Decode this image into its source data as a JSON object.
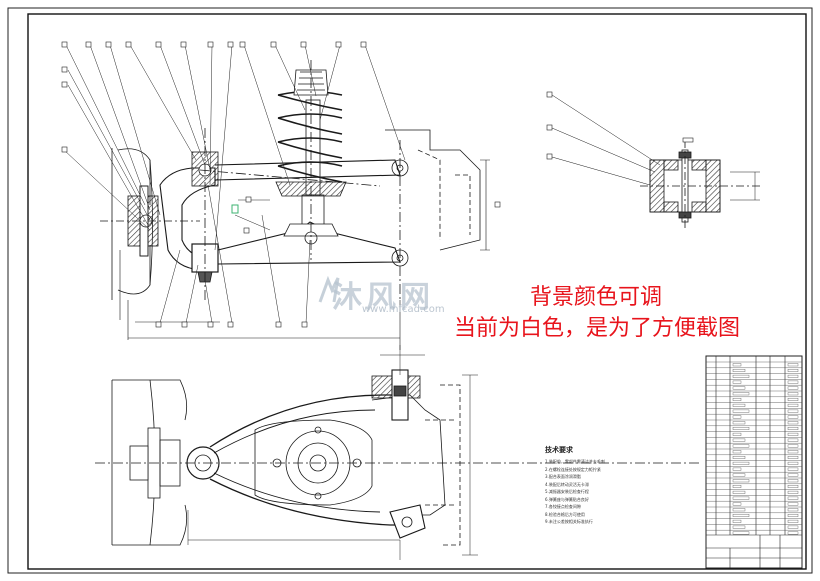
{
  "annotation": {
    "line1": "背景颜色可调",
    "line2": "当前为白色，是为了方便截图",
    "color": "#e8141c"
  },
  "watermark": {
    "brand": "沐风网",
    "url": "www.mfcad.com"
  },
  "tech_requirements": {
    "title": "技术要求",
    "lines": [
      "1.装配前，零部件需清洁并去毛刺",
      "2.在螺栓连接处按规定力矩拧紧",
      "3.配合表面涂润滑脂",
      "4.装配后转动灵活无卡滞",
      "5.减振器安装后检查行程",
      "6.弹簧座与弹簧贴合良好",
      "7.各铰接点检查间隙",
      "8.检验合格后方可使用",
      "9.未注公差按相关标准执行"
    ]
  },
  "colors": {
    "line": "#1a1a1a",
    "hatch": "#555555",
    "accent_green": "#3cb371"
  },
  "icons": [
    "watermark-logo-icon"
  ]
}
